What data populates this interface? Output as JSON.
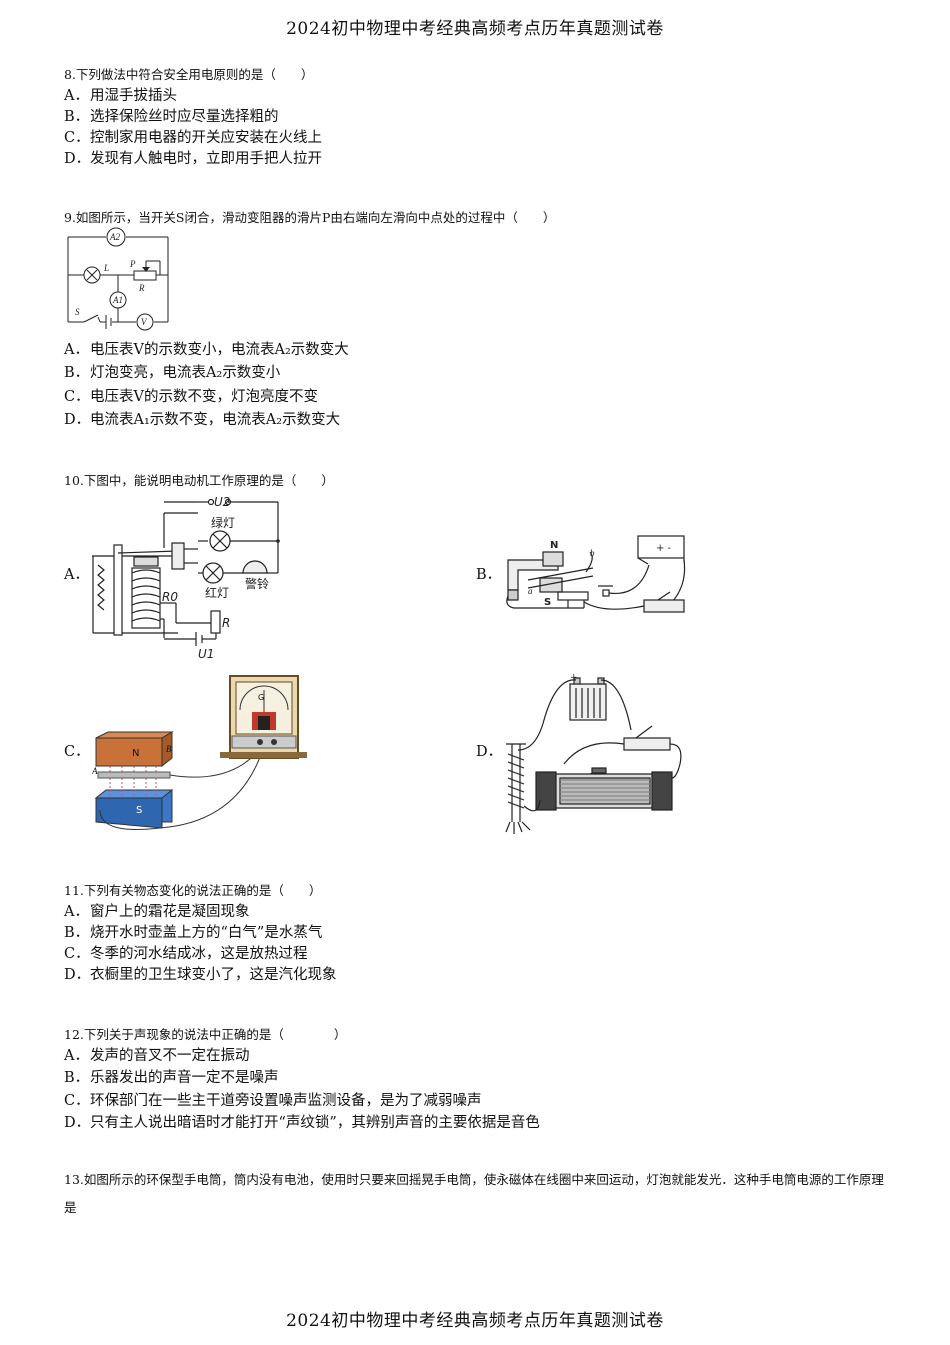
{
  "header": {
    "title": "2024初中物理中考经典高频考点历年真题测试卷"
  },
  "footer": {
    "title": "2024初中物理中考经典高频考点历年真题测试卷"
  },
  "q8": {
    "stem": "8.下列做法中符合安全用电原则的是（　　）",
    "options": [
      {
        "label": "A．",
        "text": "用湿手拔插头"
      },
      {
        "label": "B．",
        "text": "选择保险丝时应尽量选择粗的"
      },
      {
        "label": "C．",
        "text": "控制家用电器的开关应安装在火线上"
      },
      {
        "label": "D．",
        "text": "发现有人触电时，立即用手把人拉开"
      }
    ]
  },
  "q9": {
    "stem": "9.如图所示，当开关S闭合，滑动变阻器的滑片P由右端向左滑向中点处的过程中（　　）",
    "circuit_labels": {
      "a2": "A2",
      "a1": "A1",
      "v": "V",
      "l": "L",
      "p": "P",
      "r": "R",
      "s": "S"
    },
    "options": [
      {
        "label": "A．",
        "text": "电压表V的示数变小，电流表A₂示数变大"
      },
      {
        "label": "B．",
        "text": "灯泡变亮，电流表A₂示数变小"
      },
      {
        "label": "C．",
        "text": "电压表V的示数不变，灯泡亮度不变"
      },
      {
        "label": "D．",
        "text": "电流表A₁示数不变，电流表A₂示数变大"
      }
    ]
  },
  "q10": {
    "stem": "10.下图中，能说明电动机工作原理的是（　　）",
    "option_labels": [
      "A．",
      "B．",
      "C．",
      "D．"
    ],
    "figA": {
      "u2": "U2",
      "green": "绿灯",
      "red": "红灯",
      "bell": "警铃",
      "r0": "R0",
      "r": "R",
      "u1": "U1"
    },
    "figB": {
      "n": "N",
      "s": "S",
      "a": "a",
      "b": "b"
    },
    "figC": {
      "n": "N",
      "s": "S",
      "a": "A",
      "b": "B",
      "g": "G"
    }
  },
  "q11": {
    "stem": "11.下列有关物态变化的说法正确的是（　　）",
    "options": [
      {
        "label": "A．",
        "text": "窗户上的霜花是凝固现象"
      },
      {
        "label": "B．",
        "text": "烧开水时壶盖上方的“白气”是水蒸气"
      },
      {
        "label": "C．",
        "text": "冬季的河水结成冰，这是放热过程"
      },
      {
        "label": "D．",
        "text": "衣橱里的卫生球变小了，这是汽化现象"
      }
    ]
  },
  "q12": {
    "stem": "12.下列关于声现象的说法中正确的是（　　　　）",
    "options": [
      {
        "label": "A．",
        "text": "发声的音叉不一定在振动"
      },
      {
        "label": "B．",
        "text": "乐器发出的声音一定不是噪声"
      },
      {
        "label": "C．",
        "text": "环保部门在一些主干道旁设置噪声监测设备，是为了减弱噪声"
      },
      {
        "label": "D．",
        "text": "只有主人说出暗语时才能打开“声纹锁”，其辨别声音的主要依据是音色"
      }
    ]
  },
  "q13": {
    "stem": "13.如图所示的环保型手电筒，筒内没有电池，使用时只要来回摇晃手电筒，使永磁体在线圈中来回运动，灯泡就能发光．这种手电筒电源的工作原理是"
  }
}
